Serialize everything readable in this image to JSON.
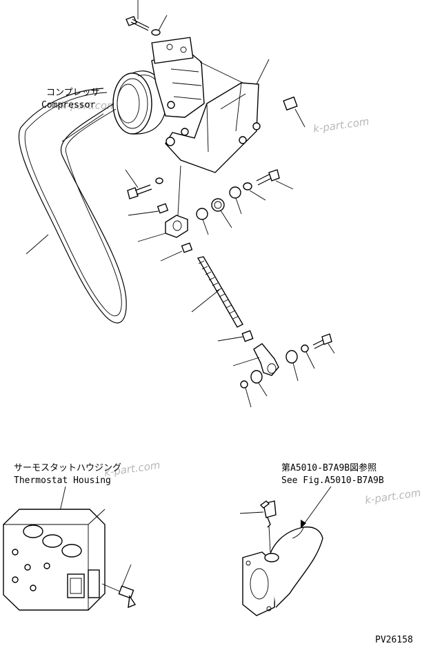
{
  "labels": {
    "compressor_jp": "コンプレッサ",
    "compressor_en": "Compressor",
    "thermostat_jp": "サーモスタットハウジング",
    "thermostat_en": "Thermostat Housing",
    "see_fig_jp": "第A5010-B7A9B図参照",
    "see_fig_en": "See Fig.A5010-B7A9B",
    "drawing_id": "PV26158"
  },
  "watermarks": [
    "k-part.com",
    "k-part.com",
    "k-part.com",
    "k-part.com"
  ]
}
